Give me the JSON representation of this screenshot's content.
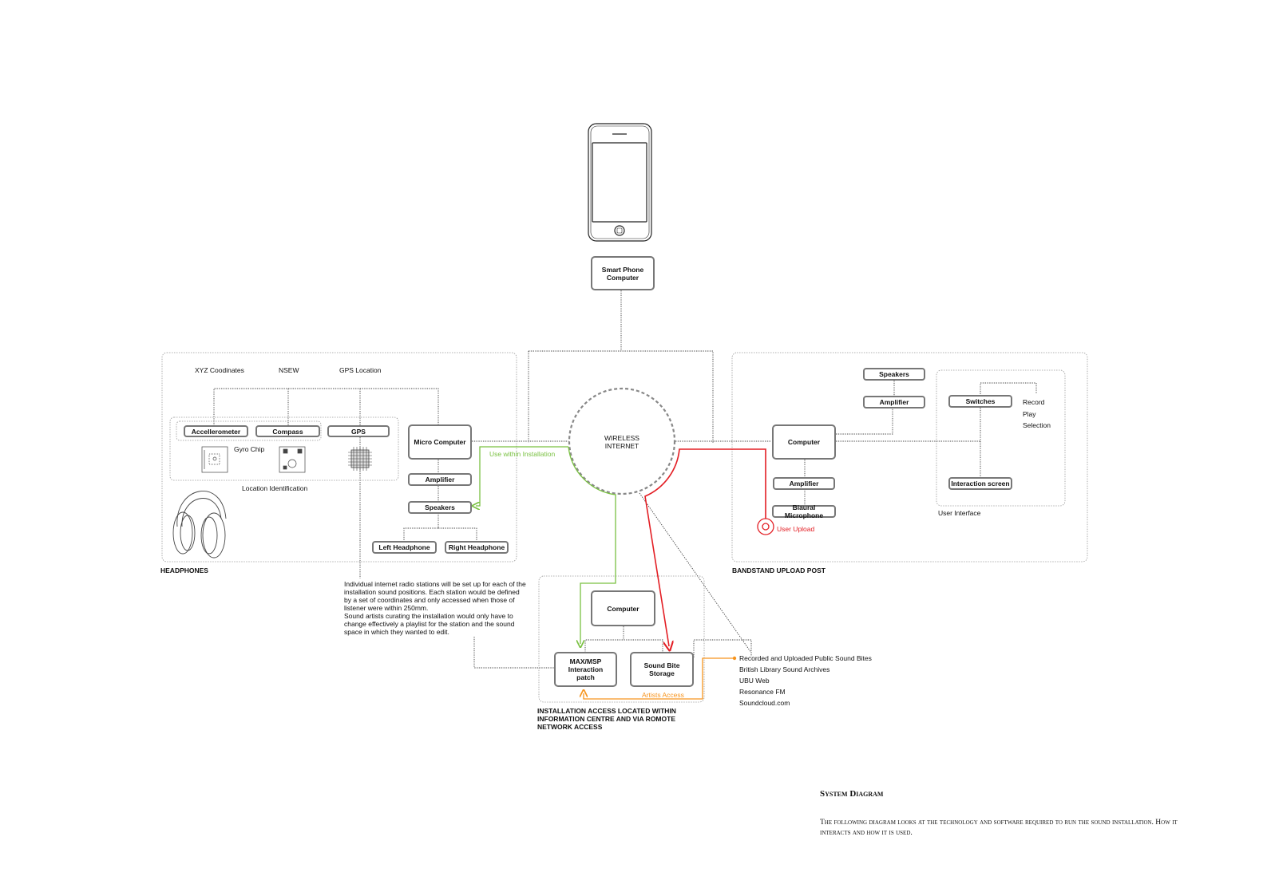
{
  "colors": {
    "use_within": "#7ac142",
    "user_upload": "#e31e24",
    "artists_access": "#f7941d",
    "box_border": "#777777"
  },
  "icons": [
    "smartphone-icon",
    "headphones-icon",
    "gyro-chip-icon",
    "compass-chip-icon",
    "gps-chip-icon",
    "microphone-target-icon"
  ],
  "phone": {
    "label": "Smart Phone\nComputer"
  },
  "wireless": {
    "label": "WIRELESS\nINTERNET"
  },
  "headphones": {
    "title": "HEADPHONES",
    "inputs": [
      "XYZ Coodinates",
      "NSEW",
      "GPS Location"
    ],
    "sensors": [
      "Accellerometer",
      "Compass",
      "GPS"
    ],
    "gyro_label": "Gyro Chip",
    "group_label": "Location Identification",
    "micro": "Micro Computer",
    "amplifier": "Amplifier",
    "speakers": "Speakers",
    "left": "Left Headphone",
    "right": "Right Headphone",
    "use_within": "Use within Installation"
  },
  "note": "Individual internet radio stations will be set up for each of the\ninstallation sound positions. Each station would be defined\nby a set of coordinates and only accessed when those of\nlistener were within 250mm.\nSound artists curating the installation would only have to\nchange effectively a playlist for the station and the sound\nspace in which they wanted to edit.",
  "bandstand": {
    "title": "BANDSTAND UPLOAD POST",
    "speakers": "Speakers",
    "amplifier_top": "Amplifier",
    "computer": "Computer",
    "amplifier": "Amplifier",
    "microphone": "Biaural Microphone",
    "user_upload": "User Upload",
    "switches": "Switches",
    "switch_options": "Record\nPlay\nSelection",
    "interaction": "Interaction screen",
    "ui_label": "User Interface"
  },
  "installation": {
    "title": "INSTALLATION ACCESS LOCATED WITHIN\nINFORMATION CENTRE AND VIA ROMOTE\nNETWORK ACCESS",
    "computer": "Computer",
    "max": "MAX/MSP\nInteraction\npatch",
    "storage": "Sound Bite\nStorage",
    "artists": "Artists Access"
  },
  "sources": [
    "Recorded and Uploaded Public Sound Bites",
    "British Library Sound Archives",
    "UBU Web",
    "Resonance FM",
    "Soundcloud.com"
  ],
  "caption": {
    "title": "System Diagram",
    "body": "The following diagram looks at the technology and software required to run the sound installation. How it interacts and how it is used."
  }
}
